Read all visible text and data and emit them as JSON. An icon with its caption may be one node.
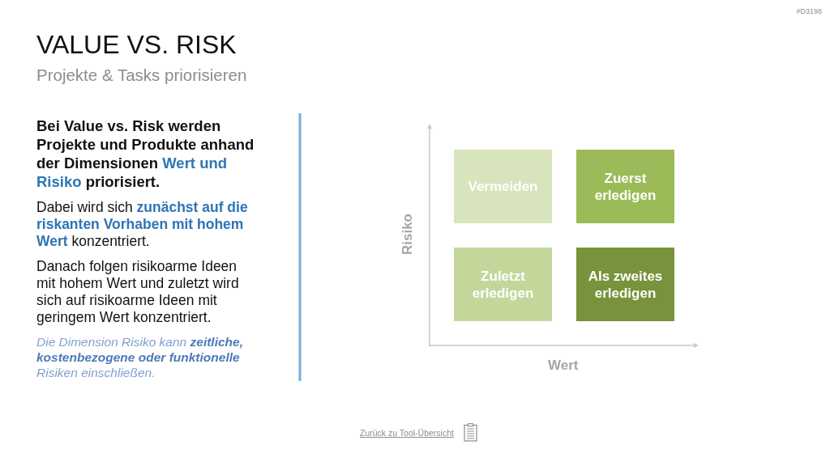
{
  "diagram": {
    "title": "VALUE VS. RISK",
    "nodes": [
      {
        "text": [
          "Vermeiden"
        ]
      },
      {
        "text": [
          "Zuerst erledigen"
        ]
      },
      {
        "text": [
          "Zuletzt erledigen"
        ]
      },
      {
        "text": [
          "Als zweites erledigen"
        ]
      }
    ],
    "labels": [
      "#D3198",
      "Projekte & Tasks priorisieren",
      "Bei Value vs. Risk werden Projekte und Produkte anhand der Dimensionen **Wert und Risiko** priorisiert.",
      "Dabei wird sich **zunächst auf die riskanten Vorhaben mit hohem Wert** konzentriert.",
      "Danach folgen risikoarme Ideen mit hohem Wert und zuletzt wird sich auf risikoarme Ideen mit geringem Wert konzentriert.",
      "Die Dimension Risiko kann **zeitliche, kostenbezogene oder funktionelle** Risiken einschließen.",
      "Risiko",
      "Wert",
      "Zurück zu Tool-Übersicht"
    ]
  }
}
